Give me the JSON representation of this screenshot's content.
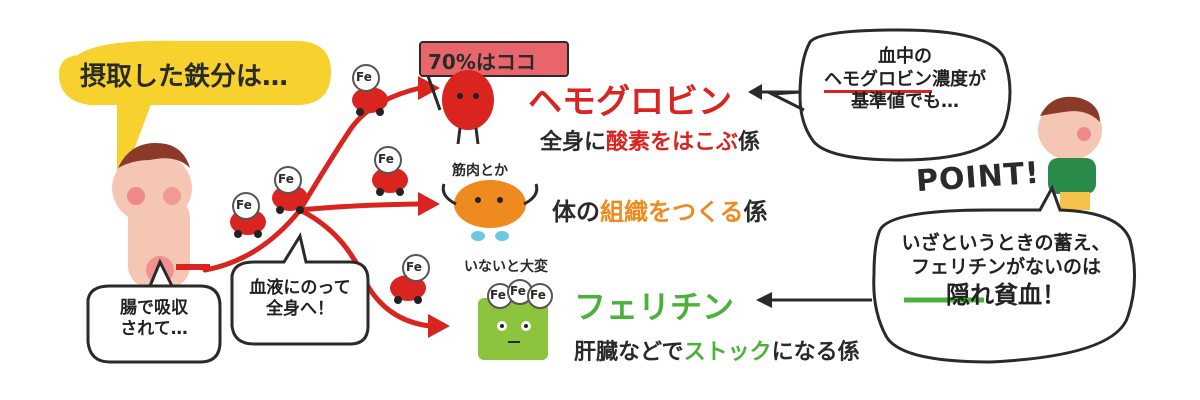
{
  "colors": {
    "red": "#d9241f",
    "orange": "#ef8a1f",
    "green": "#4bb13a",
    "ink": "#2a2a2a",
    "yellow": "#f7d12e",
    "flag": "#e8666b"
  },
  "intake_bubble": "摂取した鉄分は…",
  "absorb_bubble": {
    "line1": "腸で吸収",
    "line2": "されて…"
  },
  "blood_bubble": {
    "line1": "血液にのって",
    "line2": "全身へ！"
  },
  "fe_label": "Fe",
  "hemoglobin": {
    "flag": "70%はココ",
    "name": "ヘモグロビン",
    "desc_pre": "全身に",
    "desc_hl": "酸素をはこぶ",
    "desc_post": "係"
  },
  "muscle": {
    "caption": "筋肉とか",
    "desc_pre": "体の",
    "desc_hl": "組織をつくる",
    "desc_post": "係"
  },
  "ferritin": {
    "caption": "いないと大変",
    "name": "フェリチン",
    "desc_pre": "肝臓などで",
    "desc_hl": "ストック",
    "desc_post": "になる係"
  },
  "note_bubble": {
    "line1": "血中の",
    "line2_hl": "ヘモグロビン",
    "line2_post": "濃度が",
    "line3": "基準値でも…"
  },
  "point_label": "POINT!",
  "reserve_bubble": {
    "line1": "いざというときの蓄え、",
    "line2_hl": "フェリチン",
    "line2_post": "がないのは",
    "line3": "隠れ貧血！"
  }
}
